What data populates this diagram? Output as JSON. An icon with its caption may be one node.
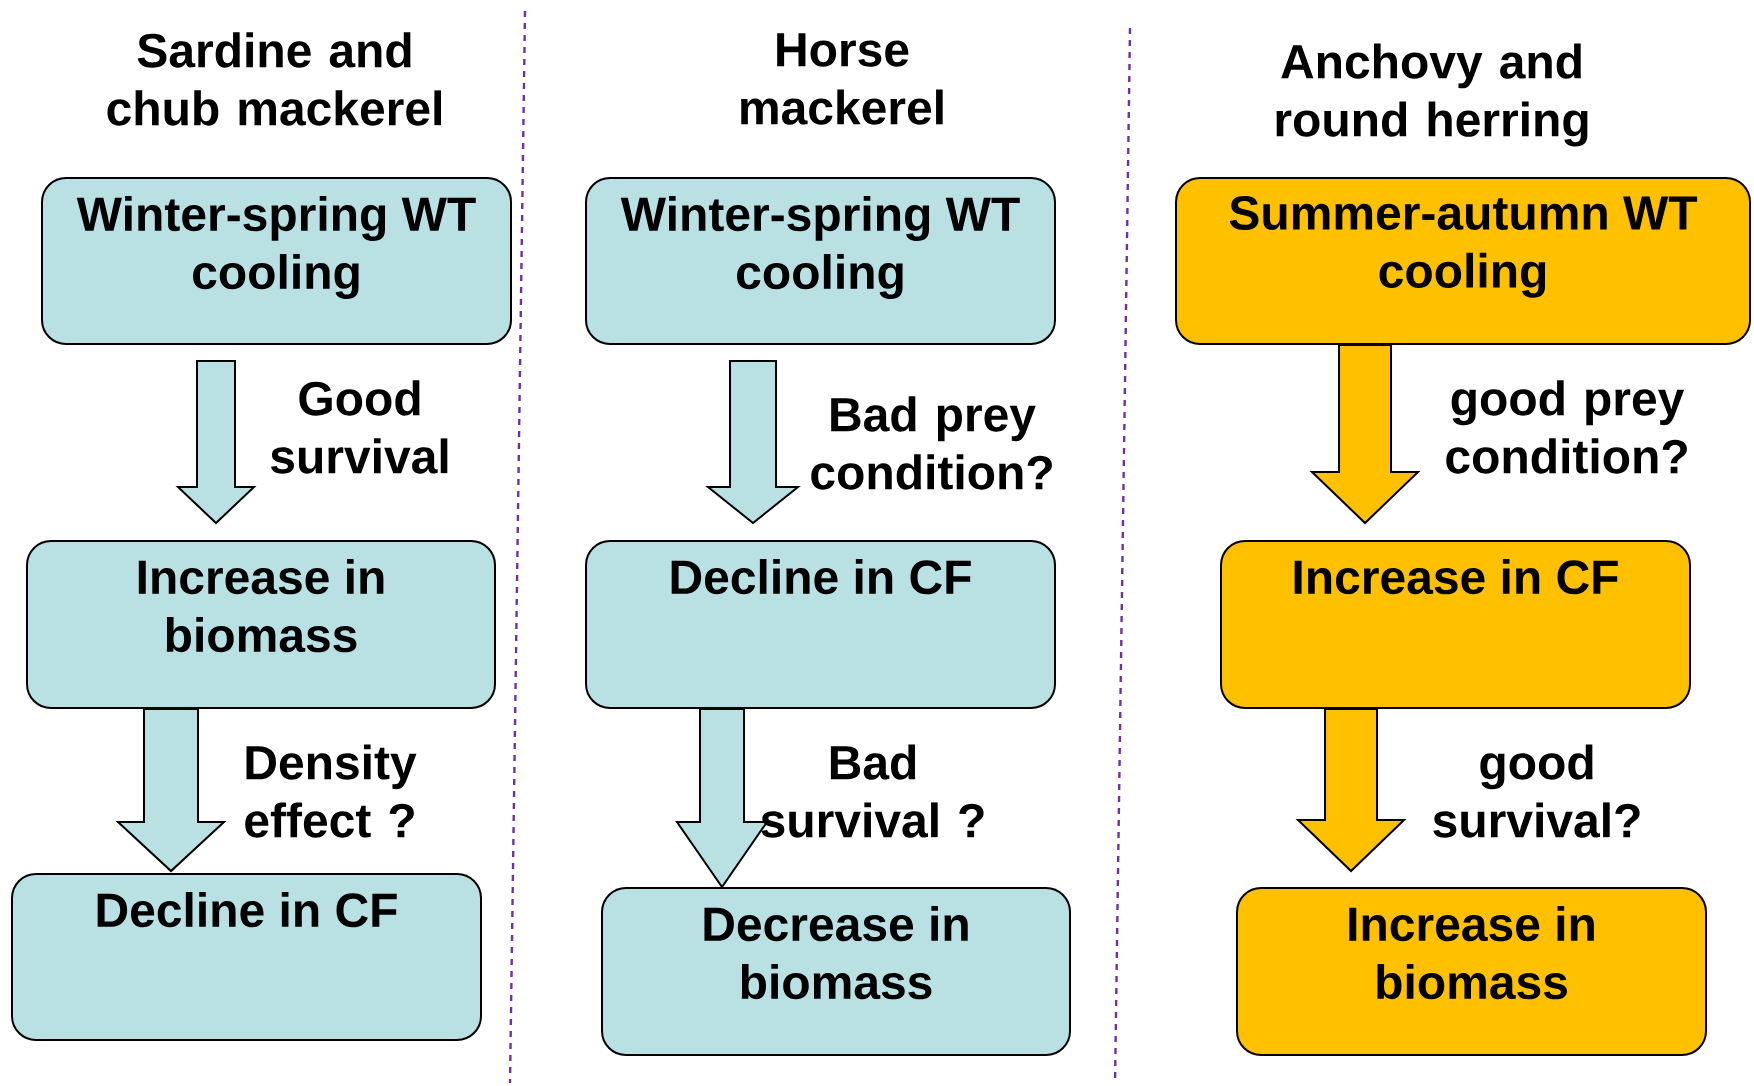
{
  "diagram": {
    "nodes": [
      {
        "text": [
          "Winter-spring WT cooling"
        ]
      },
      {
        "text": [
          "Increase in biomass"
        ]
      },
      {
        "text": [
          "Decline in CF"
        ]
      },
      {
        "text": [
          "Winter-spring WT cooling"
        ]
      },
      {
        "text": [
          "Decline in CF"
        ]
      },
      {
        "text": [
          "Decrease in biomass"
        ]
      },
      {
        "text": [
          "Summer-autumn WT cooling"
        ]
      },
      {
        "text": [
          "Increase in CF"
        ]
      },
      {
        "text": [
          "Increase in biomass"
        ]
      }
    ],
    "edges": [
      {
        "from": 0,
        "to": 1,
        "arrow": "to",
        "label": "Good survival"
      },
      {
        "from": 1,
        "to": 2,
        "arrow": "to",
        "label": "Density effect ?"
      },
      {
        "from": 3,
        "to": 4,
        "arrow": "to",
        "label": "Bad prey condition?"
      },
      {
        "from": 4,
        "to": 5,
        "arrow": "to",
        "label": "Bad survival ?"
      },
      {
        "from": 6,
        "to": 7,
        "arrow": "to",
        "label": "good prey condition?",
        "color": "#ffc000"
      },
      {
        "from": 7,
        "to": 8,
        "arrow": "to",
        "label": "good survival?",
        "color": "#ffc000"
      }
    ],
    "labels": [
      "Sardine and chub mackerel",
      "Horse mackerel",
      "Anchovy and round herring"
    ]
  }
}
